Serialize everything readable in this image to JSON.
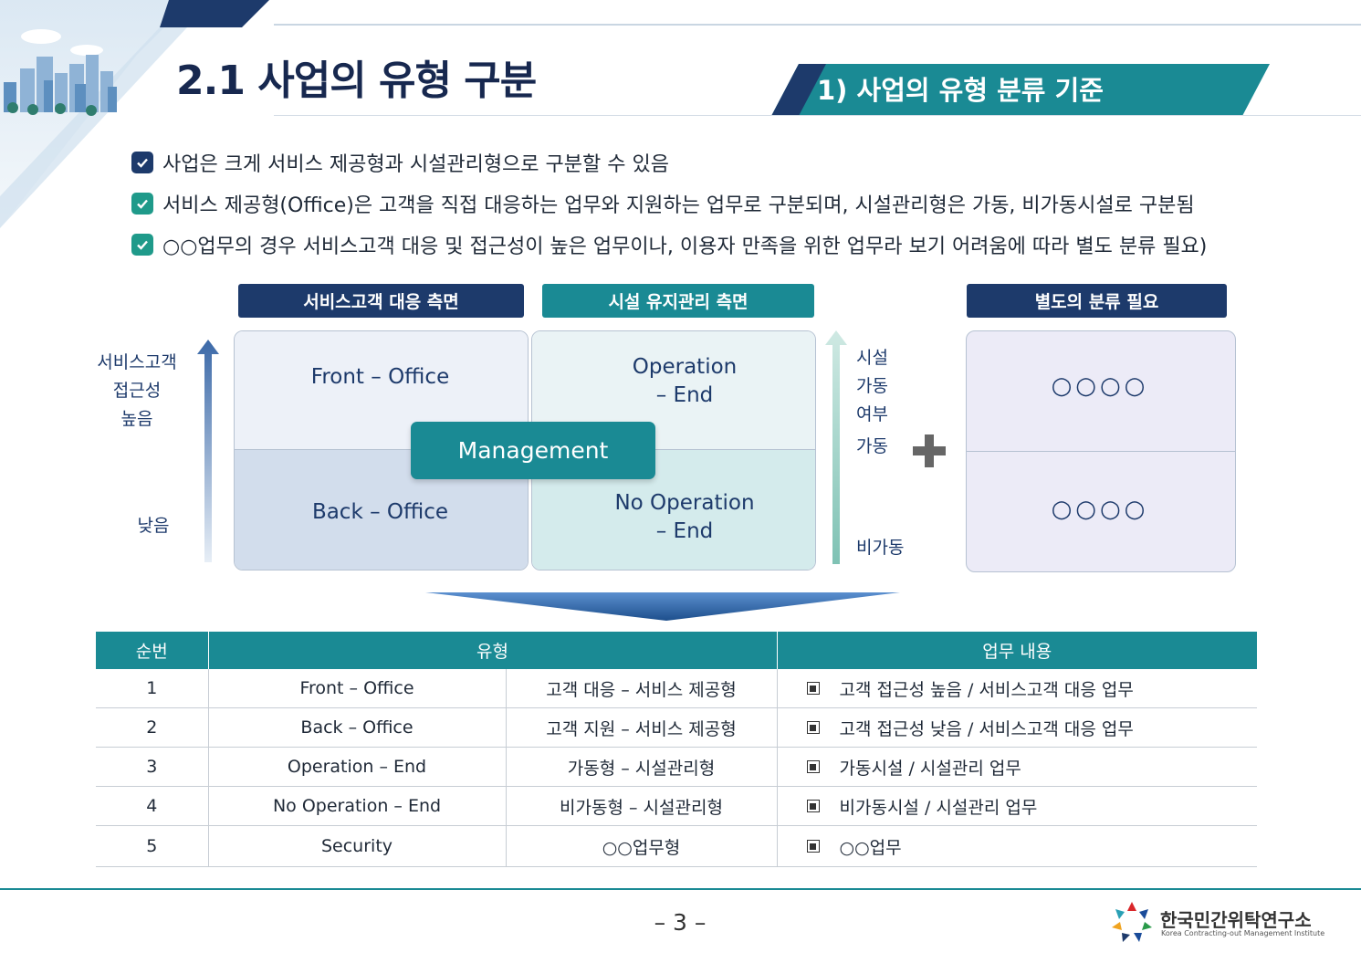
{
  "header": {
    "title": "2.1 사업의 유형 구분",
    "section": "1)  사업의 유형 분류 기준"
  },
  "bullets": [
    "사업은 크게 서비스 제공형과 시설관리형으로 구분할 수 있음",
    "서비스 제공형(Office)은 고객을 직접 대응하는 업무와 지원하는 업무로 구분되며, 시설관리형은 가동, 비가동시설로 구분됨",
    "○○업무의 경우 서비스고객 대응 및 접근성이 높은 업무이나, 이용자 만족을 위한 업무라 보기 어려움에 따라 별도 분류 필요)"
  ],
  "diagram": {
    "col_service": "서비스고객 대응 측면",
    "col_facility": "시설 유지관리 측면",
    "col_separate": "별도의 분류 필요",
    "axis_left_top": [
      "서비스고객",
      "접근성",
      "높음"
    ],
    "axis_left_bottom": "낮음",
    "axis_right_title": [
      "시설",
      "가동",
      "여부"
    ],
    "axis_right_top": "가동",
    "axis_right_bottom": "비가동",
    "front_office": "Front – Office",
    "back_office": "Back – Office",
    "operation_end": [
      "Operation",
      "– End"
    ],
    "no_operation_end": [
      "No Operation",
      "– End"
    ],
    "management": "Management",
    "sep_top": "○○○○",
    "sep_bottom": "○○○○"
  },
  "table": {
    "headers": [
      "순번",
      "유형",
      "업무 내용"
    ],
    "rows": [
      {
        "no": "1",
        "type": "Front – Office",
        "sub": "고객 대응 – 서비스 제공형",
        "desc": "고객 접근성 높음 / 서비스고객 대응 업무"
      },
      {
        "no": "2",
        "type": "Back – Office",
        "sub": "고객 지원 – 서비스 제공형",
        "desc": "고객 접근성 낮음 / 서비스고객 대응 업무"
      },
      {
        "no": "3",
        "type": "Operation – End",
        "sub": "가동형 – 시설관리형",
        "desc": "가동시설 / 시설관리 업무"
      },
      {
        "no": "4",
        "type": "No Operation – End",
        "sub": "비가동형 – 시설관리형",
        "desc": "비가동시설 / 시설관리 업무"
      },
      {
        "no": "5",
        "type": "Security",
        "sub": "○○업무형",
        "desc": "○○업무"
      }
    ]
  },
  "footer": {
    "page": "– 3 –",
    "org_name": "한국민간위탁연구소",
    "org_sub": "Korea Contracting-out Management Institute"
  },
  "colors": {
    "navy": "#1d3a6b",
    "teal": "#1a8a94",
    "check_navy": "#1d3a6b",
    "check_teal": "#1f9a8a"
  }
}
